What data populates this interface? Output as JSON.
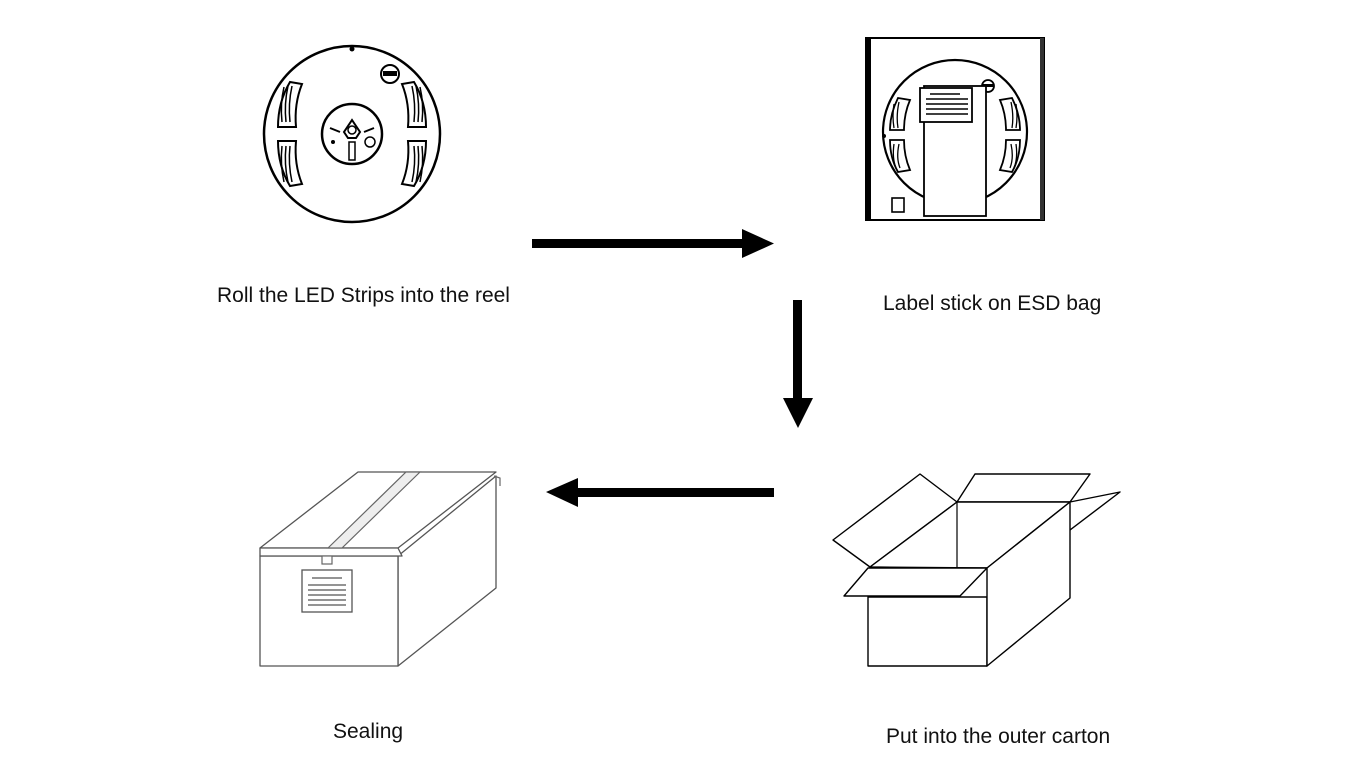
{
  "steps": [
    {
      "label": "Roll the LED Strips into the reel",
      "icon": "reel-icon"
    },
    {
      "label": "Label stick on ESD bag",
      "icon": "esd-bag-icon"
    },
    {
      "label": "Put into the outer carton",
      "icon": "open-carton-icon"
    },
    {
      "label": "Sealing",
      "icon": "sealed-carton-icon"
    }
  ],
  "arrows": [
    "arrow-right-icon",
    "arrow-down-icon",
    "arrow-left-icon"
  ],
  "colors": {
    "line": "#000000",
    "background": "#ffffff"
  }
}
